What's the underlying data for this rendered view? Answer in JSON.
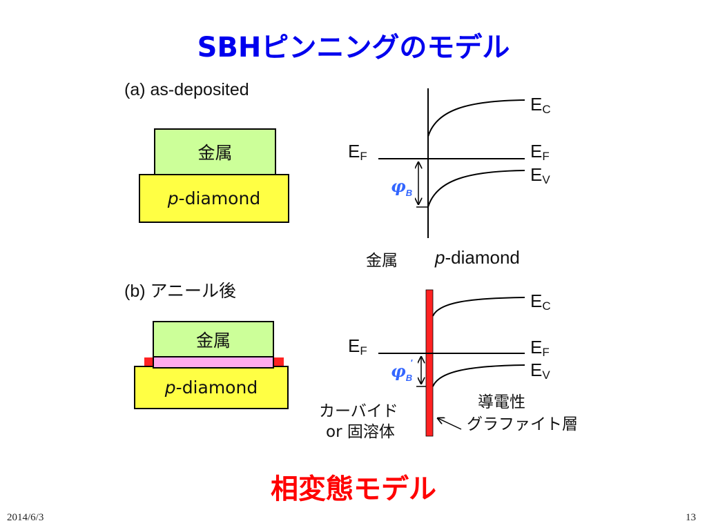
{
  "title": "SBHピンニングのモデル",
  "panel_a": {
    "label": "(a) as-deposited",
    "metal_box": "金属",
    "diamond_box_italic": "p",
    "diamond_box_rest": "-diamond",
    "band": {
      "ec": "E",
      "ec_sub": "C",
      "ef_left": "E",
      "ef_left_sub": "F",
      "ef_right": "E",
      "ef_right_sub": "F",
      "ev": "E",
      "ev_sub": "V",
      "phi": "φ",
      "phi_sub": "B"
    },
    "metal_label": "金属",
    "diamond_label_italic": "p",
    "diamond_label_rest": "-diamond"
  },
  "panel_b": {
    "label": "(b) アニール後",
    "metal_box": "金属",
    "diamond_box_italic": "p",
    "diamond_box_rest": "-diamond",
    "band": {
      "ec": "E",
      "ec_sub": "C",
      "ef_left": "E",
      "ef_left_sub": "F",
      "ef_right": "E",
      "ef_right_sub": "F",
      "ev": "E",
      "ev_sub": "V",
      "phi": "φ",
      "phi_sub": "B",
      "phi_prime": "'"
    },
    "carbide_line1": "カーバイド",
    "carbide_line2": "or 固溶体",
    "graphite_line1": "導電性",
    "graphite_line2": "グラファイト層"
  },
  "model_caption": "相変態モデル",
  "footer": {
    "date": "2014/6/3",
    "page": "13"
  },
  "colors": {
    "title": "#0000ee",
    "metal": "#ccff99",
    "diamond": "#ffff44",
    "carbide": "#ffaaee",
    "graphite_layer": "#ff2222",
    "phi": "#3366ff",
    "model_caption": "#ff0000"
  }
}
